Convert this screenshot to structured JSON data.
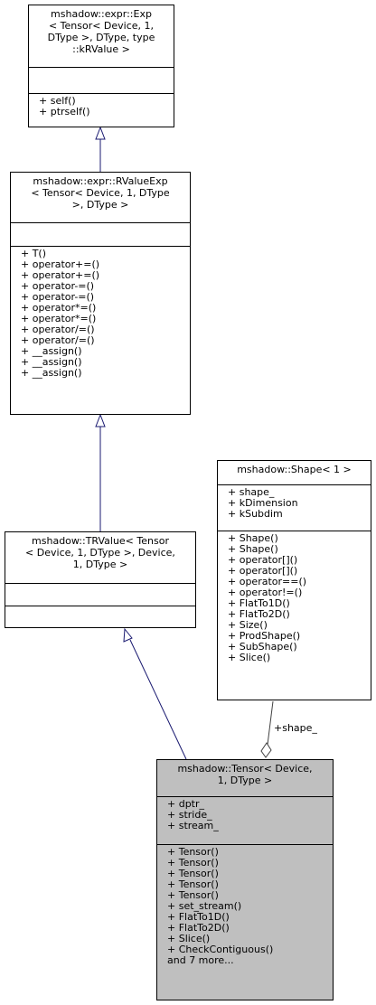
{
  "classes": {
    "exp": {
      "title": "mshadow::expr::Exp\n< Tensor< Device, 1,\n DType >, DType, type\n::kRValue >",
      "attributes": [],
      "methods": [
        "+ self()",
        "+ ptrself()"
      ]
    },
    "rvalue": {
      "title": "mshadow::expr::RValueExp\n< Tensor< Device, 1, DType\n>, DType >",
      "attributes": [],
      "methods": [
        "+ T()",
        "+ operator+=()",
        "+ operator+=()",
        "+ operator-=()",
        "+ operator-=()",
        "+ operator*=()",
        "+ operator*=()",
        "+ operator/=()",
        "+ operator/=()",
        "+ __assign()",
        "+ __assign()",
        "+ __assign()"
      ]
    },
    "trvalue": {
      "title": "mshadow::TRValue< Tensor\n< Device, 1, DType >, Device,\n 1, DType >",
      "attributes": [],
      "methods": []
    },
    "shape": {
      "title": "mshadow::Shape< 1 >",
      "attributes": [
        "+ shape_",
        "+ kDimension",
        "+ kSubdim"
      ],
      "methods": [
        "+ Shape()",
        "+ Shape()",
        "+ operator[]()",
        "+ operator[]()",
        "+ operator==()",
        "+ operator!=()",
        "+ FlatTo1D()",
        "+ FlatTo2D()",
        "+ Size()",
        "+ ProdShape()",
        "+ SubShape()",
        "+ Slice()"
      ]
    },
    "tensor": {
      "title": "mshadow::Tensor< Device,\n 1, DType >",
      "attributes": [
        "+ dptr_",
        "+ stride_",
        "+ stream_"
      ],
      "methods": [
        "+ Tensor()",
        "+ Tensor()",
        "+ Tensor()",
        "+ Tensor()",
        "+ Tensor()",
        "+ set_stream()",
        "+ FlatTo1D()",
        "+ FlatTo2D()",
        "+ Slice()",
        "+ CheckContiguous()",
        "and 7 more..."
      ]
    }
  },
  "edges": {
    "shape_label": "+shape_"
  },
  "colors": {
    "inheritance": "#191970",
    "composition": "#404040",
    "highlight": "#bfbfbf"
  }
}
